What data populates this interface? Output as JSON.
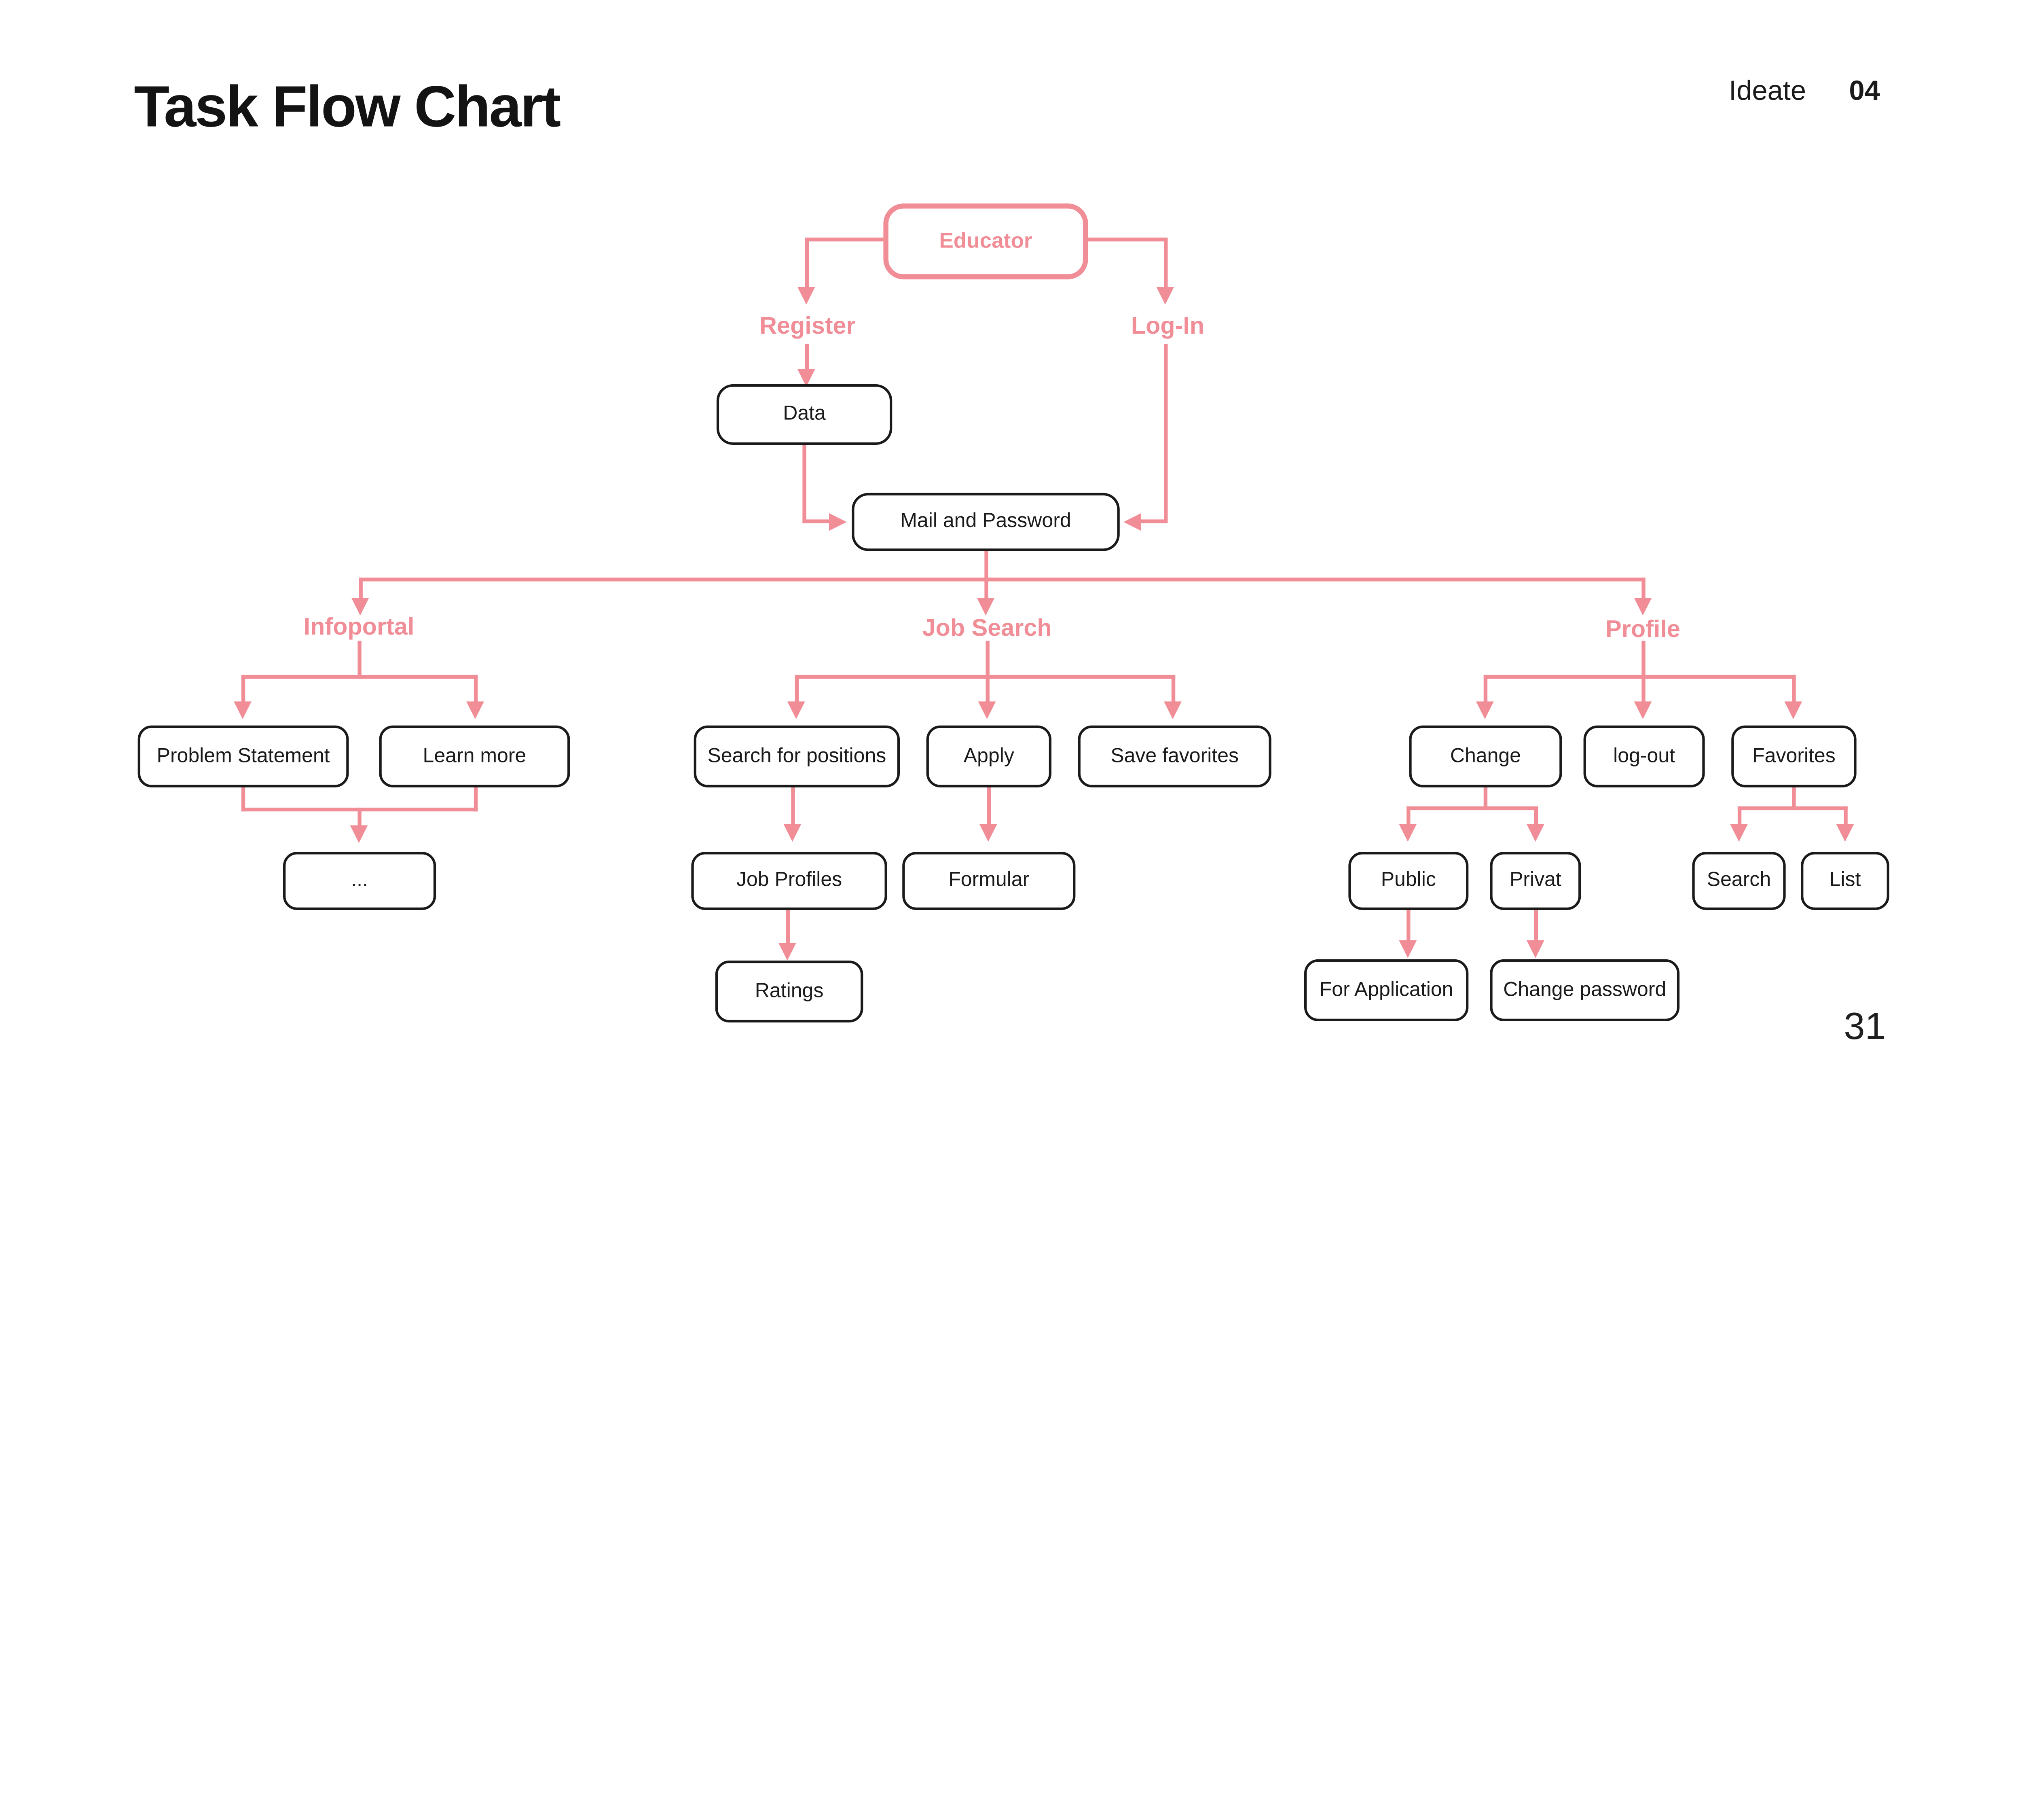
{
  "header": {
    "title": "Task Flow Chart",
    "section_label": "Ideate",
    "section_number": "04"
  },
  "footer": {
    "page_number": "31"
  },
  "colors": {
    "accent": "#F08D97",
    "node_border": "#1a1a1a",
    "text": "#1a1a1a"
  },
  "nodes": {
    "educator": "Educator",
    "register": "Register",
    "login": "Log-In",
    "data": "Data",
    "mail": "Mail and Password",
    "infoportal": "Infoportal",
    "problem": "Problem Statement",
    "learn": "Learn more",
    "more": "...",
    "jobsearch": "Job Search",
    "searchpos": "Search for positions",
    "apply": "Apply",
    "savefav": "Save favorites",
    "jobprofiles": "Job Profiles",
    "formular": "Formular",
    "ratings": "Ratings",
    "profile": "Profile",
    "change": "Change",
    "logout": "log-out",
    "favorites": "Favorites",
    "public": "Public",
    "privat": "Privat",
    "forapp": "For Application",
    "changepw": "Change password",
    "search": "Search",
    "list": "List"
  }
}
